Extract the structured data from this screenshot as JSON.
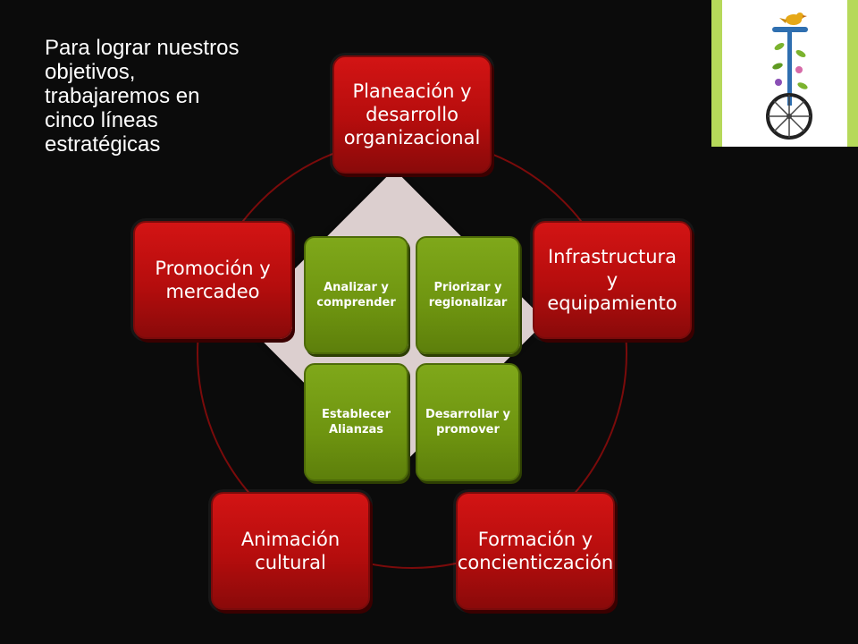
{
  "intro_text": "Para lograr nuestros\nobjetivos,\ntrabajaremos en\ncinco líneas\nestratégicas",
  "outer_lines": [
    {
      "label": "Planeación y\ndesarrollo\norganizacional"
    },
    {
      "label": "Infrastructura y\nequipamiento"
    },
    {
      "label": "Formación y\nconcienticzación"
    },
    {
      "label": "Animación\ncultural"
    },
    {
      "label": "Promoción y\nmercadeo"
    }
  ],
  "inner_actions": [
    {
      "label": "Analizar y\ncomprender"
    },
    {
      "label": "Priorizar y\nregionalizar"
    },
    {
      "label": "Establecer\nAlianzas"
    },
    {
      "label": "Desarrollar y\npromover"
    }
  ],
  "colors": {
    "background": "#0b0b0b",
    "ring": "#7a0b0b",
    "outer_box": "#c41010",
    "inner_box": "#6e9410",
    "diamond": "#dccfcf",
    "logo_frame": "#b6d95a"
  },
  "logo": {
    "icon": "unicycle-bird-logo"
  }
}
